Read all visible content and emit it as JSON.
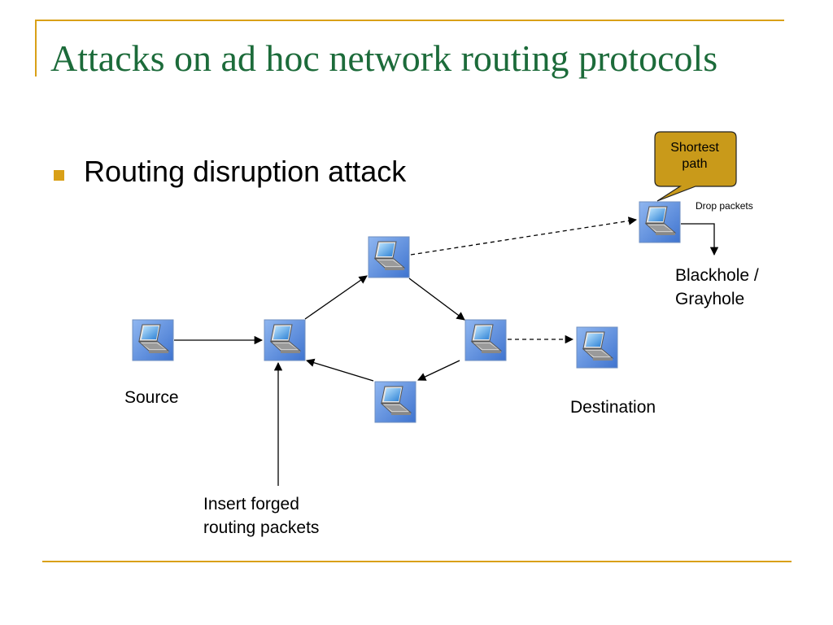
{
  "slide": {
    "title": "Attacks on ad hoc network routing protocols",
    "bullet": "Routing disruption attack"
  },
  "labels": {
    "source": "Source",
    "destination": "Destination",
    "blackhole_line1": "Blackhole /",
    "blackhole_line2": "Grayhole",
    "forged_line1": "Insert forged",
    "forged_line2": "routing packets",
    "drop_packets": "Drop packets",
    "callout_line1": "Shortest",
    "callout_line2": "path"
  },
  "colors": {
    "accent": "#d9a017",
    "title": "#1c6b3a",
    "callout_fill": "#c99a1a",
    "node_bg": "#5b8fe0"
  },
  "icons": {
    "node": "laptop-icon"
  }
}
